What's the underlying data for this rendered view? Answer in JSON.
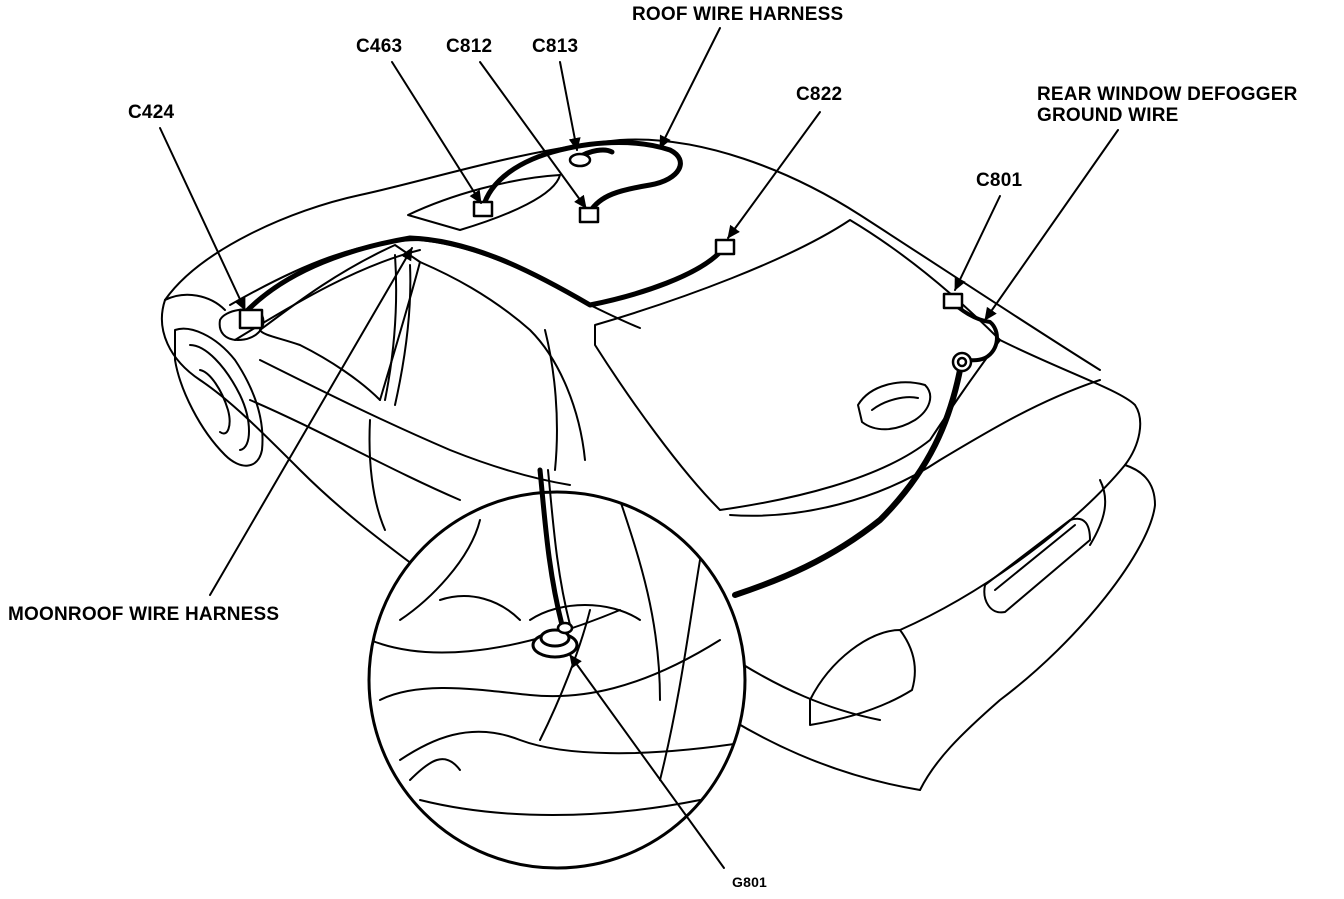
{
  "labels": {
    "roof_wire_harness": "ROOF WIRE HARNESS",
    "c463": "C463",
    "c812": "C812",
    "c813": "C813",
    "c822": "C822",
    "c424": "C424",
    "rear_defogger_line1": "REAR WINDOW DEFOGGER",
    "rear_defogger_line2": "GROUND WIRE",
    "c801": "C801",
    "moonroof_wire_harness": "MOONROOF WIRE HARNESS",
    "g801": "G801"
  },
  "style": {
    "line_color": "#000000",
    "background": "#ffffff"
  }
}
